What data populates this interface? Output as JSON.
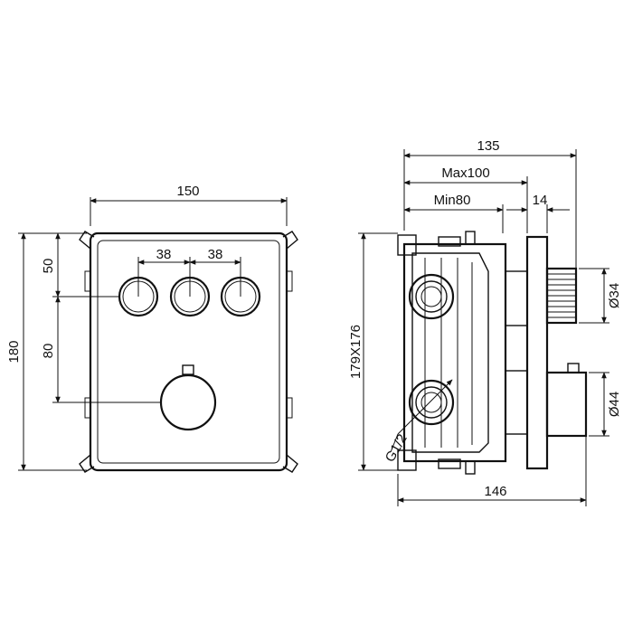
{
  "front_view": {
    "width_label": "150",
    "height_label": "180",
    "spacing_top_label": "50",
    "spacing_mid_label": "80",
    "button_pitch_left_label": "38",
    "button_pitch_right_label": "38"
  },
  "side_view": {
    "overall_depth_label": "135",
    "max_label": "Max100",
    "min_label": "Min80",
    "flange_label": "14",
    "box_size_label": "179X176",
    "thread_label": "G1/2",
    "bottom_depth_label": "146",
    "upper_diameter_label": "Ø34",
    "lower_diameter_label": "Ø44"
  },
  "colors": {
    "line": "#111111",
    "background": "#ffffff"
  }
}
